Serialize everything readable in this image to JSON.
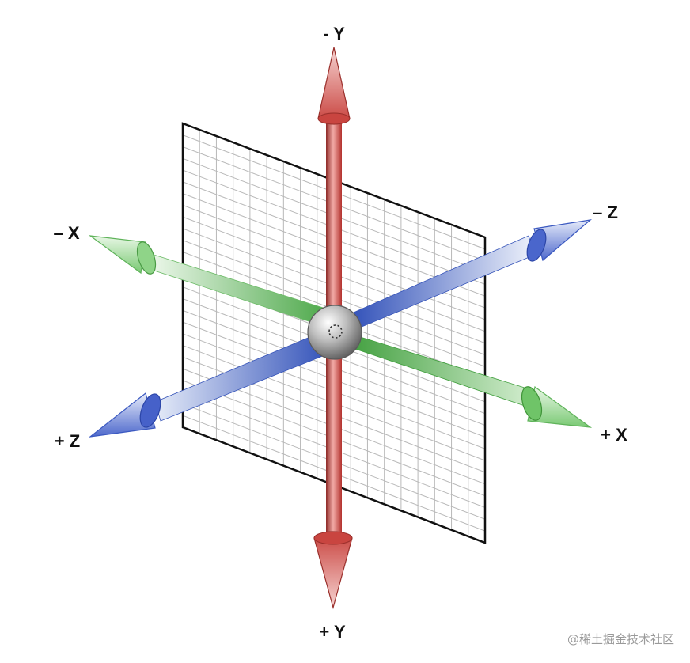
{
  "labels": {
    "neg_y": "- Y",
    "pos_y": "+ Y",
    "neg_x": "– X",
    "pos_x": "+ X",
    "neg_z": "– Z",
    "pos_z": "+ Z"
  },
  "watermark": "@稀土掘金技术社区",
  "colors": {
    "y_axis": "#d9534f",
    "x_axis": "#5cb85c",
    "z_axis": "#3f5fcf",
    "grid_line": "#b8b8b8",
    "plane_border": "#111111",
    "origin_sphere": "#9e9e9e"
  },
  "icons": {
    "origin": "sphere-icon",
    "arrowheads": "cone-arrowhead-icon"
  }
}
